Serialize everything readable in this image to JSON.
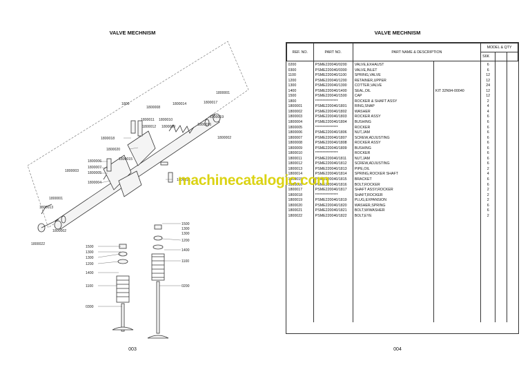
{
  "left": {
    "title": "VALVE MECHNISM",
    "page_number": "003",
    "callouts": [
      "1800001",
      "1800017",
      "1800",
      "1800014",
      "1800008",
      "1800011",
      "1800010",
      "1800019",
      "1800012",
      "1800009",
      "1800018",
      "1800002",
      "1800016",
      "1800020",
      "1800006",
      "1800007",
      "1800005",
      "1800003",
      "1800004",
      "1800015",
      "1800021",
      "1800001",
      "1800013",
      "1800002",
      "1800022",
      "1500",
      "1300",
      "1300",
      "1200",
      "1500",
      "1300",
      "1300",
      "1200",
      "1400",
      "1100",
      "1400",
      "1100",
      "0200",
      "0300"
    ]
  },
  "right": {
    "title": "VALVE MECHNISM",
    "page_number": "004",
    "headers": {
      "ref": "REF. NO.",
      "part": "PART NO.",
      "name": "PART NAME & DESCRIPTION",
      "model": "MODEL & QTY",
      "model_col": "S6K"
    },
    "rows": [
      [
        "0200",
        "PSME220040/0200",
        "VALVE,EXHAUST",
        "",
        "6"
      ],
      [
        "0300",
        "PSME220040/0300",
        "VALVE,INLET",
        "",
        "6"
      ],
      [
        "1100",
        "PSME220040/1100",
        "SPRING,VALVE",
        "",
        "12"
      ],
      [
        "1200",
        "PSME220040/1200",
        "RETAINER,UPPER",
        "",
        "12"
      ],
      [
        "1300",
        "PSME220040/1300",
        "COTTER,VALVE",
        "",
        "24"
      ],
      [
        "1400",
        "PSME220040/1400",
        "SEAL,OIL",
        "KIT 32N94-00040",
        "12"
      ],
      [
        "1500",
        "PSME220040/1500",
        "CAP",
        "",
        "12"
      ],
      [
        "1800",
        "****************",
        "ROCKER & SHAFT ASSY",
        "",
        "2"
      ],
      [
        "1800001",
        "PSME220040/1801",
        "RING,SNAP",
        "",
        "4"
      ],
      [
        "1800002",
        "PSME220040/1802",
        "WASHER",
        "",
        "4"
      ],
      [
        "1800003",
        "PSME220040/1803",
        "ROCKER ASSY",
        "",
        "6"
      ],
      [
        "1800004",
        "PSME220040/1804",
        "BUSHING",
        "",
        "6"
      ],
      [
        "1800005",
        "****************",
        "ROCKER",
        "",
        "6"
      ],
      [
        "1800006",
        "PSME220040/1806",
        "NUT,JAM",
        "",
        "6"
      ],
      [
        "1800007",
        "PSME220040/1807",
        "SCREW,ADJUSTING",
        "",
        "6"
      ],
      [
        "1800008",
        "PSME220040/1808",
        "ROCKER ASSY",
        "",
        "6"
      ],
      [
        "1800009",
        "PSME220040/1809",
        "BUSHING",
        "",
        "6"
      ],
      [
        "1800010",
        "****************",
        "ROCKER",
        "",
        "6"
      ],
      [
        "1800011",
        "PSME220040/1811",
        "NUT,JAM",
        "",
        "6"
      ],
      [
        "1800012",
        "PSME220040/1812",
        "SCREW,ADJUSTING",
        "",
        "6"
      ],
      [
        "1800013",
        "PSME220040/1813",
        "PIPE,OIL",
        "",
        "2"
      ],
      [
        "1800014",
        "PSME220040/1814",
        "SPRING,ROCKER SHAFT",
        "",
        "4"
      ],
      [
        "1800015",
        "PSME220040/1815",
        "BRACKET",
        "",
        "6"
      ],
      [
        "1800016",
        "PSME220040/1816",
        "BOLT,ROCKER",
        "",
        "6"
      ],
      [
        "1800017",
        "PSME220040/1817",
        "SHAFT ASSY,ROCKER",
        "",
        "2"
      ],
      [
        "1800018",
        "****************",
        "SHAFT,ROCKER",
        "",
        "2"
      ],
      [
        "1800019",
        "PSME220040/1819",
        "PLUG,EXPANSION",
        "",
        "2"
      ],
      [
        "1800020",
        "PSME220040/1820",
        "WASHER,SPRING",
        "",
        "6"
      ],
      [
        "1800021",
        "PSME220040/1821",
        "BOLT,W/WASHER",
        "",
        "6"
      ],
      [
        "1800022",
        "PSME220040/1822",
        "BOLT,EYE",
        "",
        "2"
      ]
    ]
  },
  "watermark": "machinecatalogic.com"
}
